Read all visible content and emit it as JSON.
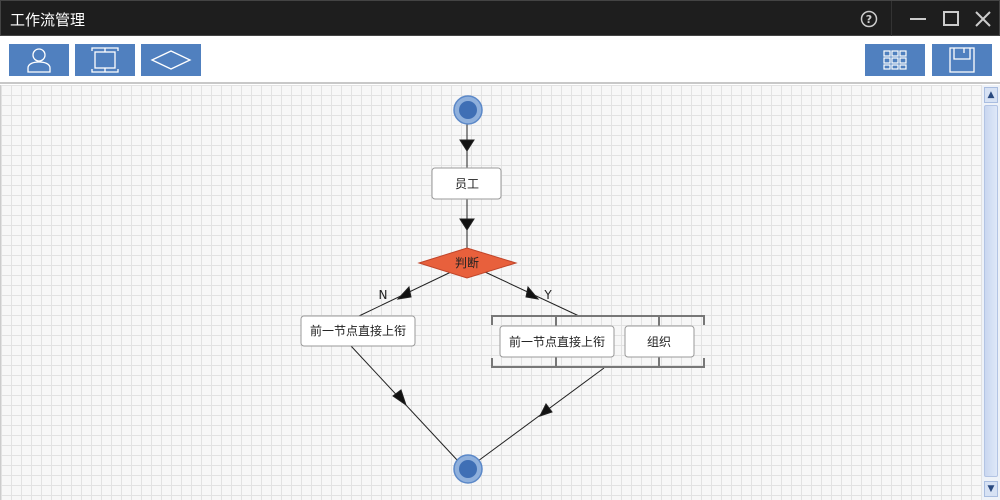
{
  "window": {
    "title": "工作流管理"
  },
  "toolbar": {
    "tools": [
      "user-node-tool",
      "task-node-tool",
      "decision-node-tool"
    ],
    "right": [
      "grid-tool",
      "save-tool"
    ]
  },
  "flow": {
    "employee": "员工",
    "decision": "判断",
    "no_label": "N",
    "yes_label": "Y",
    "left_node": "前一节点直接上衔",
    "group_node1": "前一节点直接上衔",
    "group_node2": "组织"
  },
  "colors": {
    "accent": "#5080bf",
    "decision": "#e8603c",
    "circle": "#5b88c8"
  }
}
